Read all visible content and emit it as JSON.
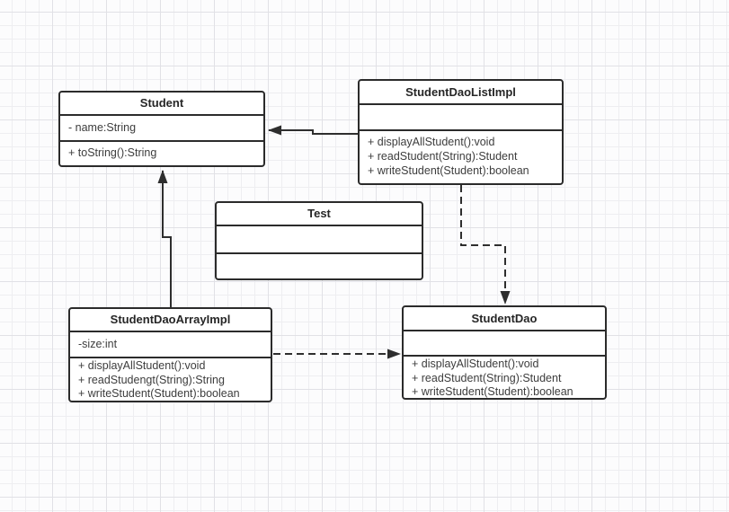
{
  "diagram": {
    "classes": [
      {
        "name": "Student",
        "attributes": [
          "- name:String"
        ],
        "methods": [
          "+ toString():String"
        ]
      },
      {
        "name": "StudentDaoListImpl",
        "attributes": [],
        "methods": [
          "+ displayAllStudent():void",
          "+ readStudent(String):Student",
          "+ writeStudent(Student):boolean"
        ]
      },
      {
        "name": "Test",
        "attributes": [],
        "methods": []
      },
      {
        "name": "StudentDaoArrayImpl",
        "attributes": [
          "-size:int"
        ],
        "methods": [
          "+ displayAllStudent():void",
          "+ readStudengt(String):String",
          "+ writeStudent(Student):boolean"
        ]
      },
      {
        "name": "StudentDao",
        "attributes": [],
        "methods": [
          "+ displayAllStudent():void",
          "+ readStudent(String):Student",
          "+ writeStudent(Student):boolean"
        ]
      }
    ],
    "relationships": [
      {
        "from": "StudentDaoListImpl",
        "to": "Student",
        "line": "solid",
        "arrowhead": "filled-triangle"
      },
      {
        "from": "StudentDaoArrayImpl",
        "to": "Student",
        "line": "solid",
        "arrowhead": "filled-triangle"
      },
      {
        "from": "StudentDaoListImpl",
        "to": "StudentDao",
        "line": "dashed",
        "arrowhead": "filled-triangle"
      },
      {
        "from": "StudentDaoArrayImpl",
        "to": "StudentDao",
        "line": "dashed",
        "arrowhead": "filled-triangle"
      }
    ],
    "colors": {
      "connector": "#2e2e2e",
      "box_border": "#2b2b2b",
      "box_fill": "#ffffff",
      "grid_minor": "#eeeef1",
      "grid_major": "#e1e1e6",
      "canvas_background": "#fcfcfd"
    }
  }
}
